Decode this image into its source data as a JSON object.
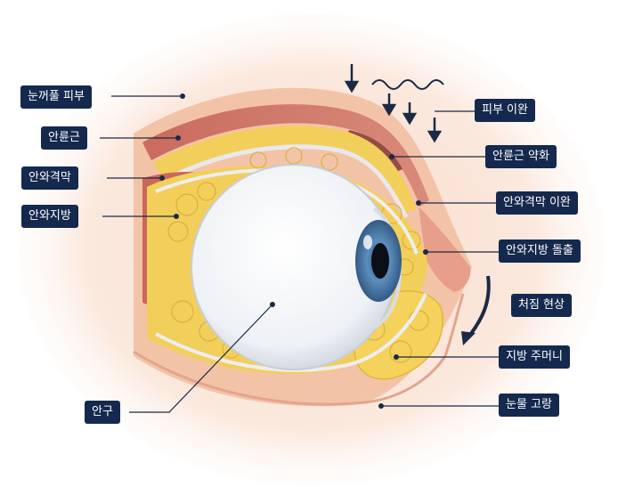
{
  "labels": {
    "eyelid_skin": "눈꺼풀 피부",
    "orbicularis": "안륜근",
    "septum": "안와격막",
    "orbital_fat": "안와지방",
    "eyeball": "안구",
    "skin_laxity": "피부 이완",
    "orbicularis_weakening": "안륜근 약화",
    "septum_laxity": "안와격막 이완",
    "fat_protrusion": "안와지방 돌출",
    "sagging": "처짐 현상",
    "fat_pouch": "지방 주머니",
    "tear_trough": "눈물 고랑"
  },
  "colors": {
    "label_bg": "#14294d",
    "skin": "#f1c1a6",
    "muscle": "#c9685a",
    "fat": "#f2cf5a",
    "septum": "#e8e8ea",
    "iris": "#4e7faa",
    "leader_line": "#1b2a44"
  }
}
